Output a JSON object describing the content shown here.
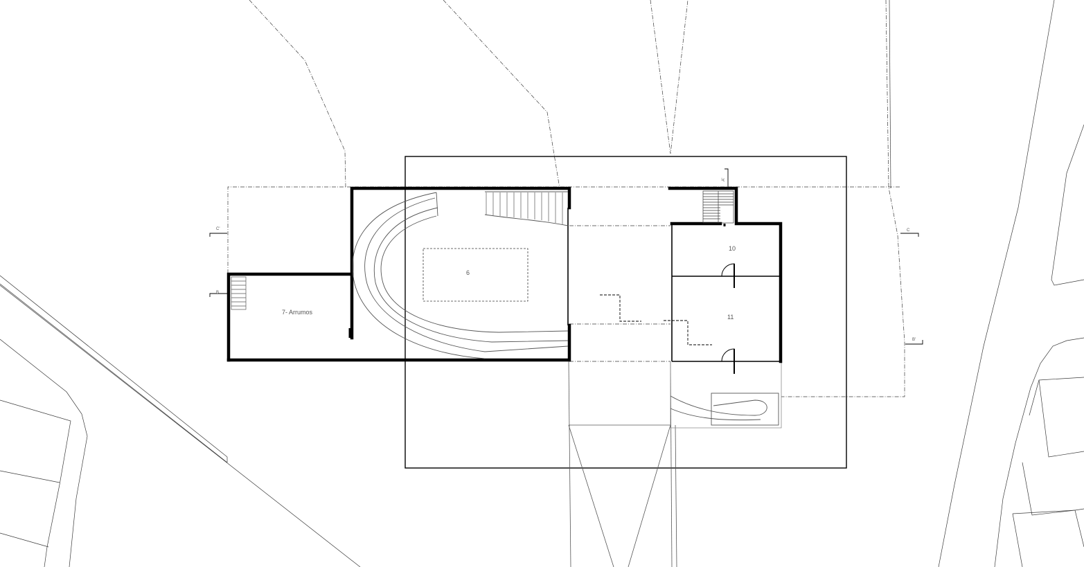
{
  "rooms": {
    "room_6": "6",
    "room_7": "7- Arrumos",
    "room_10": "10",
    "room_11": "11"
  },
  "section_marks": {
    "a_prime": "A'",
    "b_left": "B",
    "b_prime_right": "B'",
    "c_prime_left": "C'",
    "c_right": "C"
  },
  "colors": {
    "background": "#ffffff",
    "wall": "#000000",
    "thin_line": "#3a3a3a",
    "light_line": "#8a8a8a",
    "label_text": "#555555"
  }
}
